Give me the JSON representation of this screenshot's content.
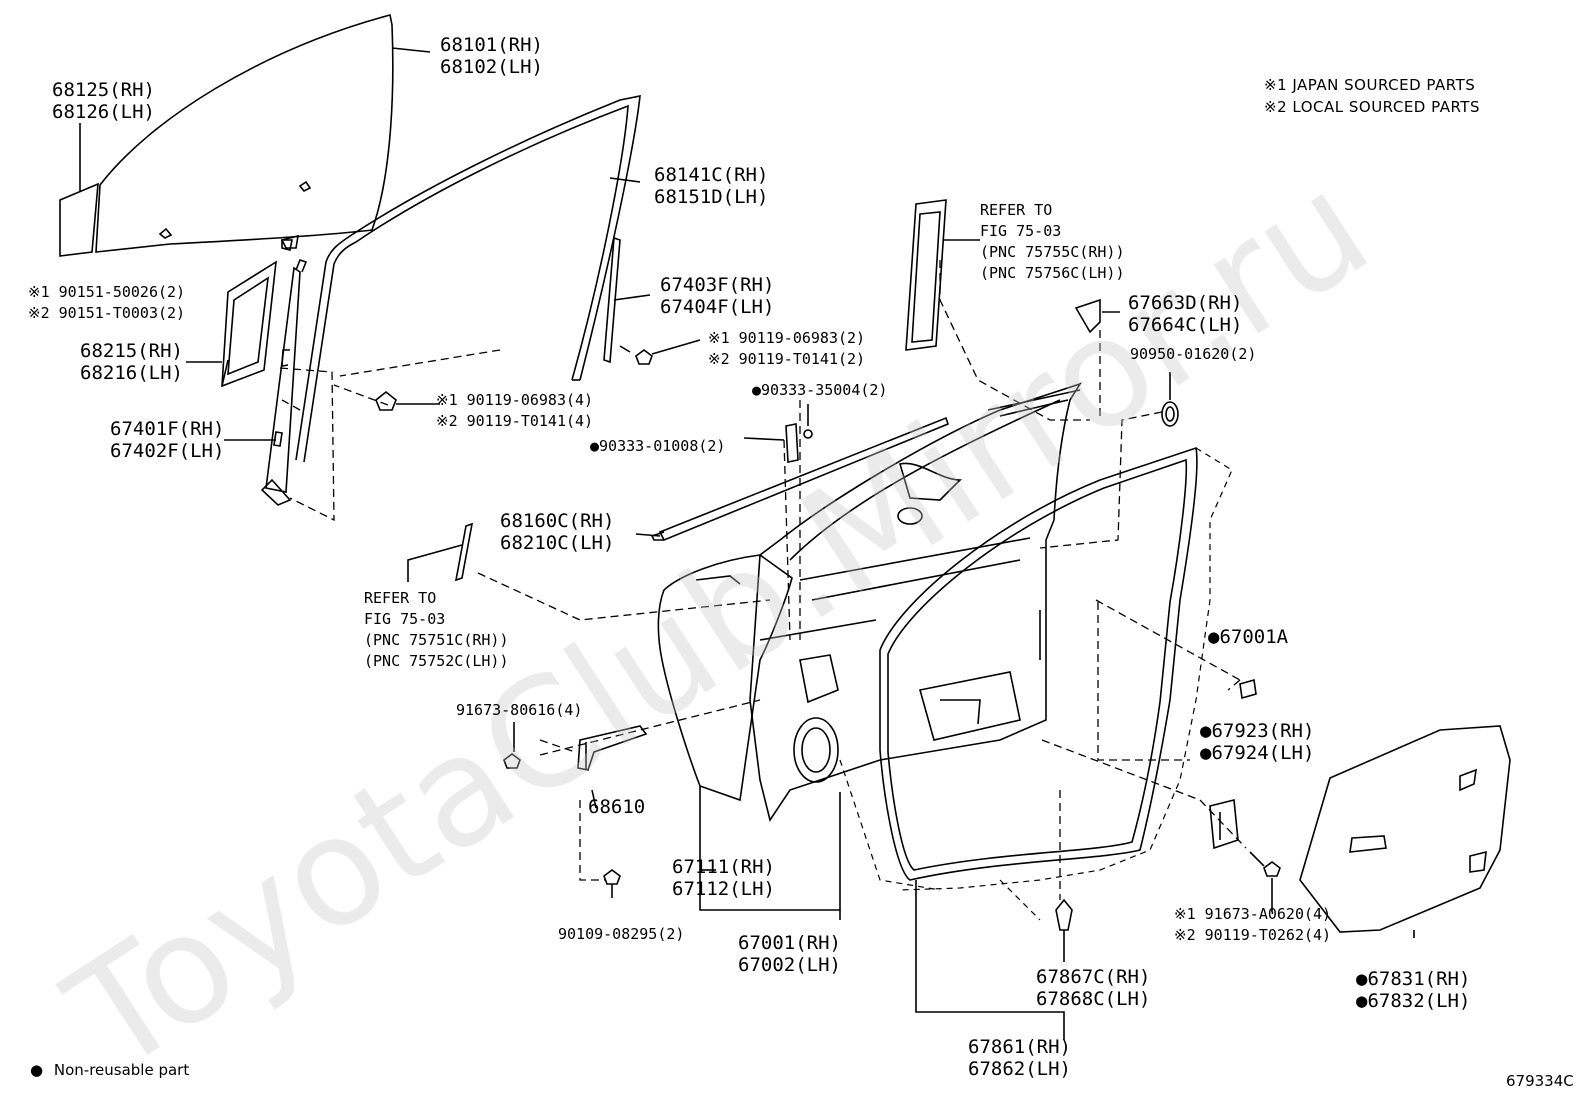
{
  "watermark": "ToyotaClub.Mirror.ru",
  "notes": {
    "japan": "※1 JAPAN SOURCED PARTS",
    "local": "※2 LOCAL SOURCED PARTS"
  },
  "legend": {
    "symbol": "●",
    "text": "Non-reusable part"
  },
  "figure_code": "679334C",
  "labels": {
    "p68101": [
      "68101(RH)",
      "68102(LH)"
    ],
    "p68125": [
      "68125(RH)",
      "68126(LH)"
    ],
    "p90151": [
      "※1 90151-50026(2)",
      "※2 90151-T0003(2)"
    ],
    "p68215": [
      "68215(RH)",
      "68216(LH)"
    ],
    "p67401": [
      "67401F(RH)",
      "67402F(LH)"
    ],
    "p90119a": [
      "※1 90119-06983(4)",
      "※2 90119-T0141(4)"
    ],
    "p68141": [
      "68141C(RH)",
      "68151D(LH)"
    ],
    "p67403": [
      "67403F(RH)",
      "67404F(LH)"
    ],
    "p90119b": [
      "※1 90119-06983(2)",
      "※2 90119-T0141(2)"
    ],
    "p90333a": [
      "●90333-35004(2)"
    ],
    "p90333b": [
      "●90333-01008(2)"
    ],
    "refer1": [
      "REFER TO",
      "FIG 75-03",
      "(PNC 75755C(RH))",
      "(PNC 75756C(LH))"
    ],
    "p67663": [
      "67663D(RH)",
      "67664C(LH)"
    ],
    "p90950": [
      "90950-01620(2)"
    ],
    "p68160": [
      "68160C(RH)",
      "68210C(LH)"
    ],
    "refer2": [
      "REFER TO",
      "FIG 75-03",
      "(PNC 75751C(RH))",
      "(PNC 75752C(LH))"
    ],
    "p67001a": [
      "●67001A"
    ],
    "p91673": [
      "91673-80616(4)"
    ],
    "p68610": [
      "68610"
    ],
    "p67923": [
      "●67923(RH)",
      "●67924(LH)"
    ],
    "p67111": [
      "67111(RH)",
      "67112(LH)"
    ],
    "p67001": [
      "67001(RH)",
      "67002(LH)"
    ],
    "p90109": [
      "90109-08295(2)"
    ],
    "p91673b": [
      "※1 91673-A0620(4)",
      "※2 90119-T0262(4)"
    ],
    "p67867": [
      "67867C(RH)",
      "67868C(LH)"
    ],
    "p67831": [
      "●67831(RH)",
      "●67832(LH)"
    ],
    "p67861": [
      "67861(RH)",
      "67862(LH)"
    ]
  }
}
